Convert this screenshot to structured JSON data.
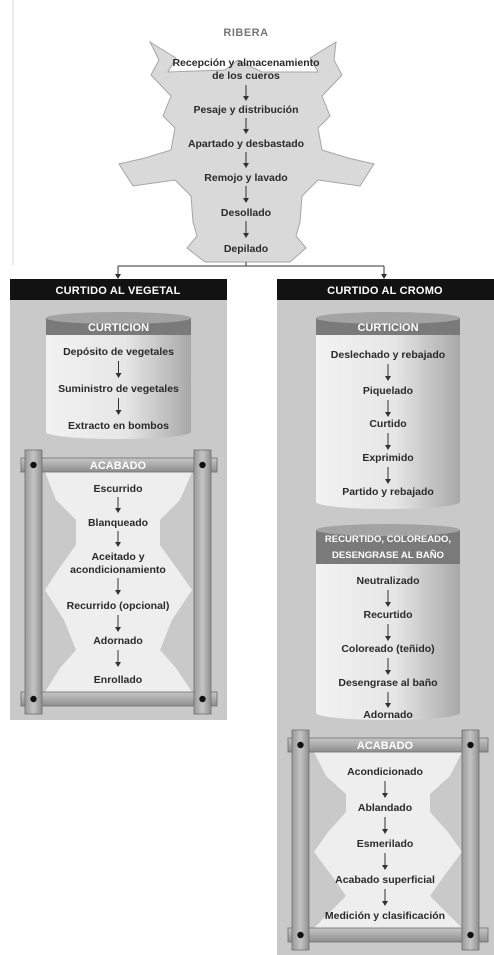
{
  "ribera": {
    "title": "RIBERA",
    "steps": [
      "Recepción y almacenamiento",
      "de los cueros",
      "Pesaje y distribución",
      "Apartado y desbastado",
      "Remojo y lavado",
      "Desollado",
      "Depilado"
    ]
  },
  "vegetal": {
    "header": "CURTIDO AL VEGETAL",
    "curticion": {
      "label": "CURTICION",
      "steps": [
        "Depósito de vegetales",
        "Suministro de vegetales",
        "Extracto en bombos"
      ]
    },
    "acabado": {
      "label": "ACABADO",
      "steps": [
        "Escurrido",
        "Blanqueado",
        "Aceitado y",
        "acondicionamiento",
        "Recurrido (opcional)",
        "Adornado",
        "Enrollado"
      ]
    }
  },
  "cromo": {
    "header": "CURTIDO AL CROMO",
    "curticion": {
      "label": "CURTICION",
      "steps": [
        "Deslechado y rebajado",
        "Piquelado",
        "Curtido",
        "Exprimido",
        "Partido y rebajado"
      ]
    },
    "recurtido": {
      "label_line1": "RECURTIDO, COLOREADO,",
      "label_line2": "DESENGRASE AL BAÑO",
      "steps": [
        "Neutralizado",
        "Recurtido",
        "Coloreado (teñido)",
        "Desengrase al baño",
        "Adornado"
      ]
    },
    "acabado": {
      "label": "ACABADO",
      "steps": [
        "Acondicionado",
        "Ablandado",
        "Esmerilado",
        "Acabado superficial",
        "Medición y clasificación"
      ]
    }
  }
}
